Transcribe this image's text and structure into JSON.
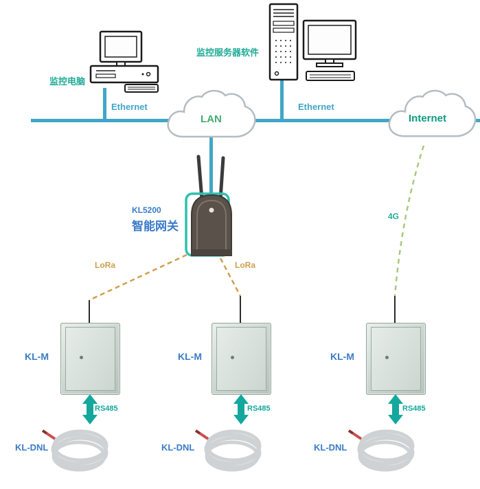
{
  "nodes": {
    "pc": {
      "label": "监控电脑"
    },
    "server": {
      "label": "监控服务器软件"
    },
    "lan": {
      "label": "LAN"
    },
    "internet": {
      "label": "Internet"
    },
    "gateway": {
      "model": "KL5200",
      "name": "智能网关"
    },
    "cabinets": [
      {
        "label": "KL-M"
      },
      {
        "label": "KL-M"
      },
      {
        "label": "KL-M"
      }
    ],
    "cables": [
      {
        "label": "KL-DNL"
      },
      {
        "label": "KL-DNL"
      },
      {
        "label": "KL-DNL"
      }
    ]
  },
  "links": {
    "ethernet_left": "Ethernet",
    "ethernet_right": "Ethernet",
    "lora_left": "LoRa",
    "lora_right": "LoRa",
    "cellular": "4G",
    "rs485": [
      "RS485",
      "RS485",
      "RS485"
    ]
  },
  "colors": {
    "bus": "#41a6c6",
    "label_green": "#21ab97",
    "lan_green": "#3fae6e",
    "internet_teal": "#0f9a80",
    "label_blue": "#3a7bc8",
    "lora": "#cf9f4e",
    "cellular": "#a9c87c",
    "arrow": "#14a79d"
  }
}
